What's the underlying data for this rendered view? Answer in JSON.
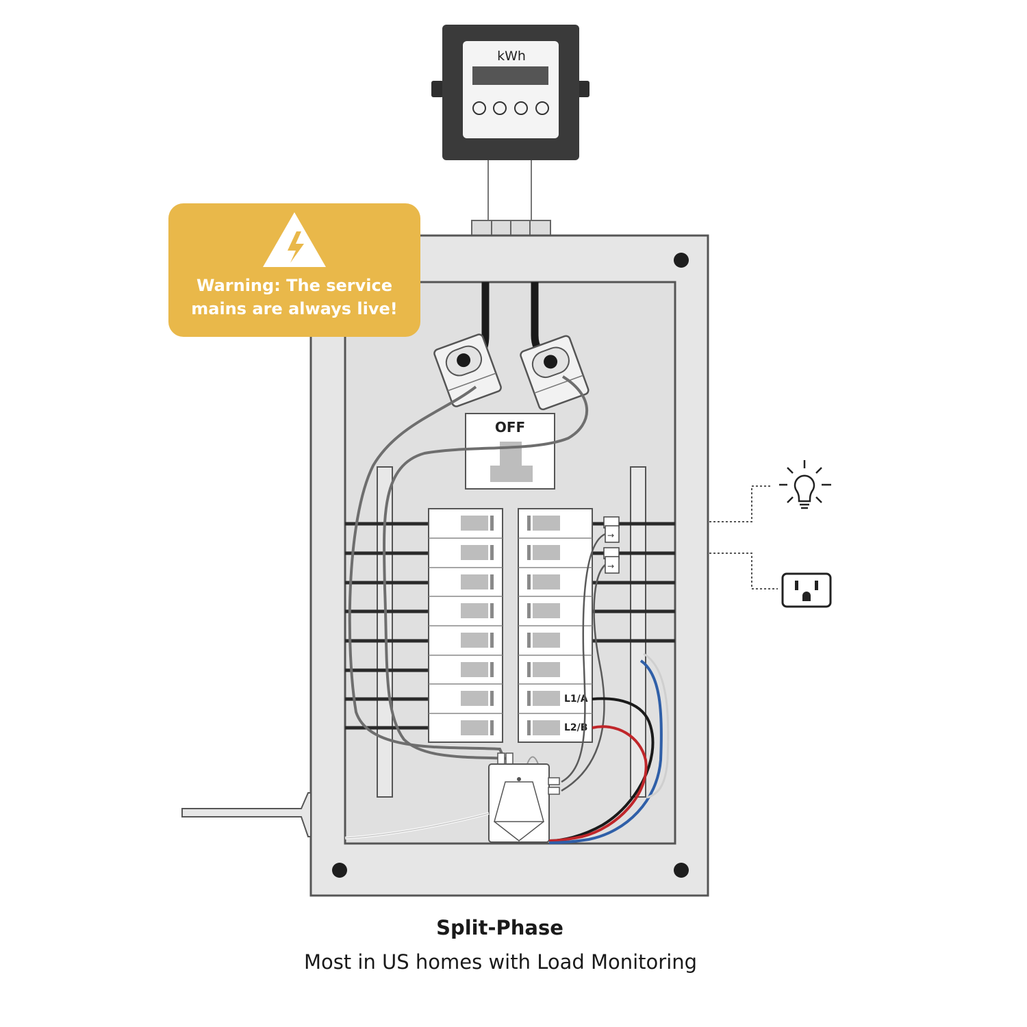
{
  "meter": {
    "unit_label": "kWh"
  },
  "warning": {
    "line1": "Warning: The service",
    "line2": "mains are always live!",
    "color": "#E9B84A"
  },
  "main_breaker": {
    "label": "OFF"
  },
  "breaker_labels": {
    "l1": "L1/A",
    "l2": "L2/B"
  },
  "loads": {
    "icons": [
      "light-bulb-icon",
      "outlet-icon"
    ]
  },
  "caption": {
    "title": "Split-Phase",
    "subtitle": "Most in US homes with Load Monitoring"
  },
  "colors": {
    "panel_fill": "#e4e4e4",
    "panel_stroke": "#555555",
    "wire_black": "#1a1a1a",
    "wire_red": "#c0262a",
    "wire_blue": "#2f5fa8",
    "wire_gray": "#6e6e6e"
  }
}
